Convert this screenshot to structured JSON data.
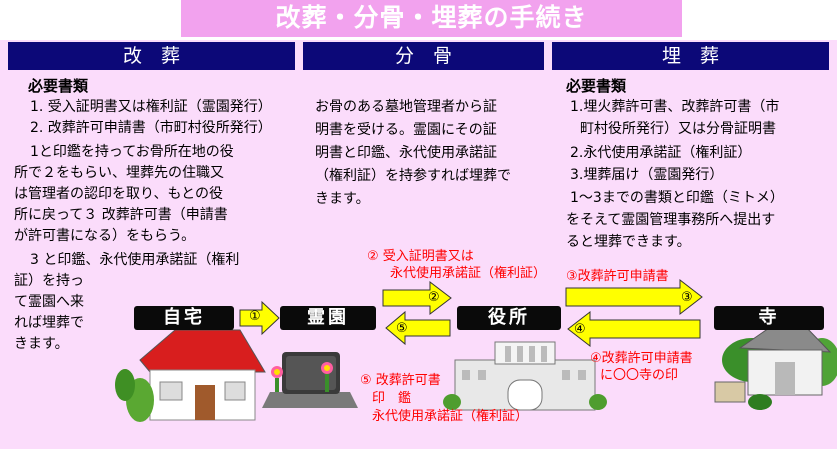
{
  "title": "改葬・分骨・埋葬の手続き",
  "sections": {
    "kaisou": {
      "header": "改　葬",
      "required_title": "必要書類",
      "lines": [
        "1. 受入証明書又は権利証（霊園発行）",
        "2. 改葬許可申請書（市町村役所発行）",
        "1と印鑑を持ってお骨所在地の役",
        "所で２をもらい、埋葬先の住職又",
        "は管理者の認印を取り、もとの役",
        "所に戻って３ 改葬許可書（申請書",
        "が許可書になる）をもらう。",
        "3 と印鑑、永代使用承諾証（権利",
        "証）を持っ",
        "て霊園へ来",
        "れば埋葬で",
        "きます。"
      ]
    },
    "bunkotsu": {
      "header": "分　骨",
      "lines": [
        "お骨のある墓地管理者から証",
        "明書を受ける。霊園にその証",
        "明書と印鑑、永代使用承諾証",
        "（権利証）を持参すれば埋葬で",
        "きます。"
      ]
    },
    "maisou": {
      "header": "埋　葬",
      "required_title": "必要書類",
      "lines": [
        "1.埋火葬許可書、改葬許可書（市",
        "町村役所発行）又は分骨証明書",
        "2.永代使用承諾証（権利証）",
        "3.埋葬届け（霊園発行）",
        "1～3までの書類と印鑑（ミトメ）",
        "をそえて霊園管理事務所へ提出す",
        "ると埋葬できます。"
      ]
    }
  },
  "flow": {
    "locations": {
      "home": "自宅",
      "cemetery": "霊園",
      "office": "役所",
      "temple": "寺"
    },
    "step_numbers": [
      "①",
      "②",
      "③",
      "④",
      "⑤"
    ],
    "notes": {
      "step2": [
        "② 受入証明書又は",
        "永代使用承諾証（権利証）"
      ],
      "step3": [
        "③改葬許可申請書"
      ],
      "step4": [
        "④改葬許可申請書",
        "に〇〇寺の印"
      ],
      "step5": [
        "⑤ 改葬許可書",
        "印　鑑",
        "永代使用承諾証（権利証）"
      ]
    }
  },
  "colors": {
    "title_bg": "#f2a2ee",
    "panel_bg": "#fbdcfb",
    "header_bg": "#0c0878",
    "arrow_fill": "#ffff00",
    "note_red": "#ff0000"
  }
}
